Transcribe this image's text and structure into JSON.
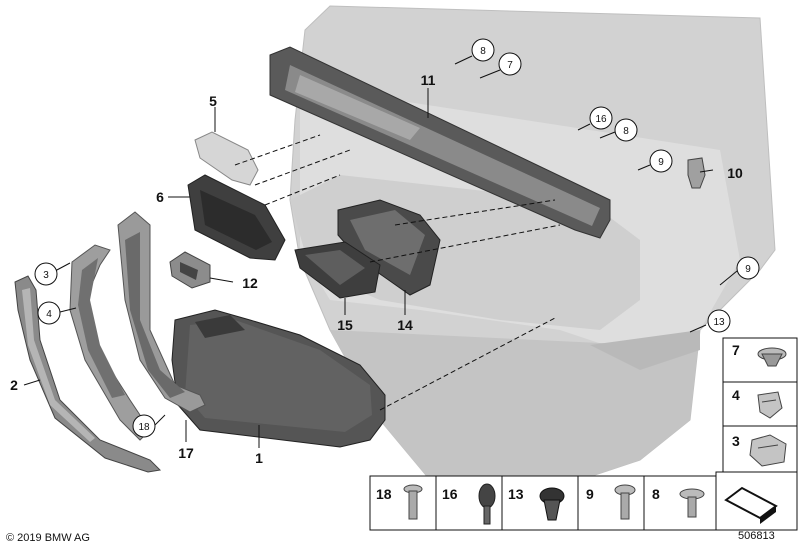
{
  "copyright": "© 2019 BMW AG",
  "diagram_number": "506813",
  "callouts": {
    "c1": "1",
    "c2": "2",
    "c3": "3",
    "c4": "4",
    "c5": "5",
    "c6": "6",
    "c7": "7",
    "c8a": "8",
    "c8b": "8",
    "c9a": "9",
    "c9b": "9",
    "c10": "10",
    "c11": "11",
    "c12": "12",
    "c13": "13",
    "c14": "14",
    "c15": "15",
    "c16": "16",
    "c17": "17",
    "c18": "18"
  },
  "legend_side": [
    "7",
    "4",
    "3"
  ],
  "legend_bottom": [
    "18",
    "16",
    "13",
    "9",
    "8"
  ]
}
